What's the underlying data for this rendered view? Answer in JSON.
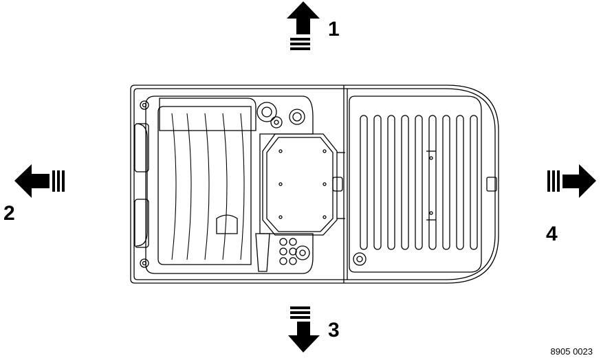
{
  "directions": [
    {
      "label": "1"
    },
    {
      "label": "2"
    },
    {
      "label": "3"
    },
    {
      "label": "4"
    }
  ],
  "figure_code": "8905 0023",
  "colors": {
    "line": "#000000",
    "background": "#ffffff"
  }
}
